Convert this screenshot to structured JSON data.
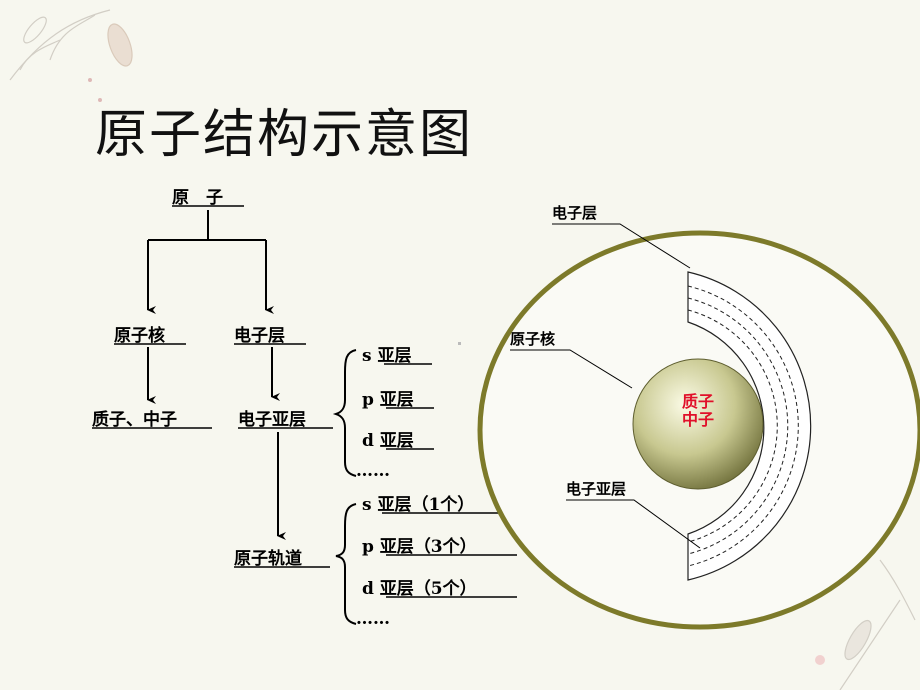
{
  "slide": {
    "title": "原子结构示意图"
  },
  "tree": {
    "root": "原　子",
    "nucleus": "原子核",
    "nucleus_parts": "质子、中子",
    "shell": "电子层",
    "subshell": "电子亚层",
    "orbital": "原子轨道",
    "subshells": [
      "s 亚层",
      "p 亚层",
      "d 亚层",
      "……"
    ],
    "orbitals": [
      "s 亚层（1个）",
      "p 亚层（3个）",
      "d 亚层（5个）",
      "……"
    ]
  },
  "atom": {
    "label_shell": "电子层",
    "label_nucleus": "原子核",
    "label_subshell": "电子亚层",
    "nucleus_line1": "质子",
    "nucleus_line2": "中子",
    "colors": {
      "outer_ring": "#7d7a2a",
      "nucleus_fill": "#c4c48a",
      "nucleus_text": "#e0102a"
    }
  }
}
